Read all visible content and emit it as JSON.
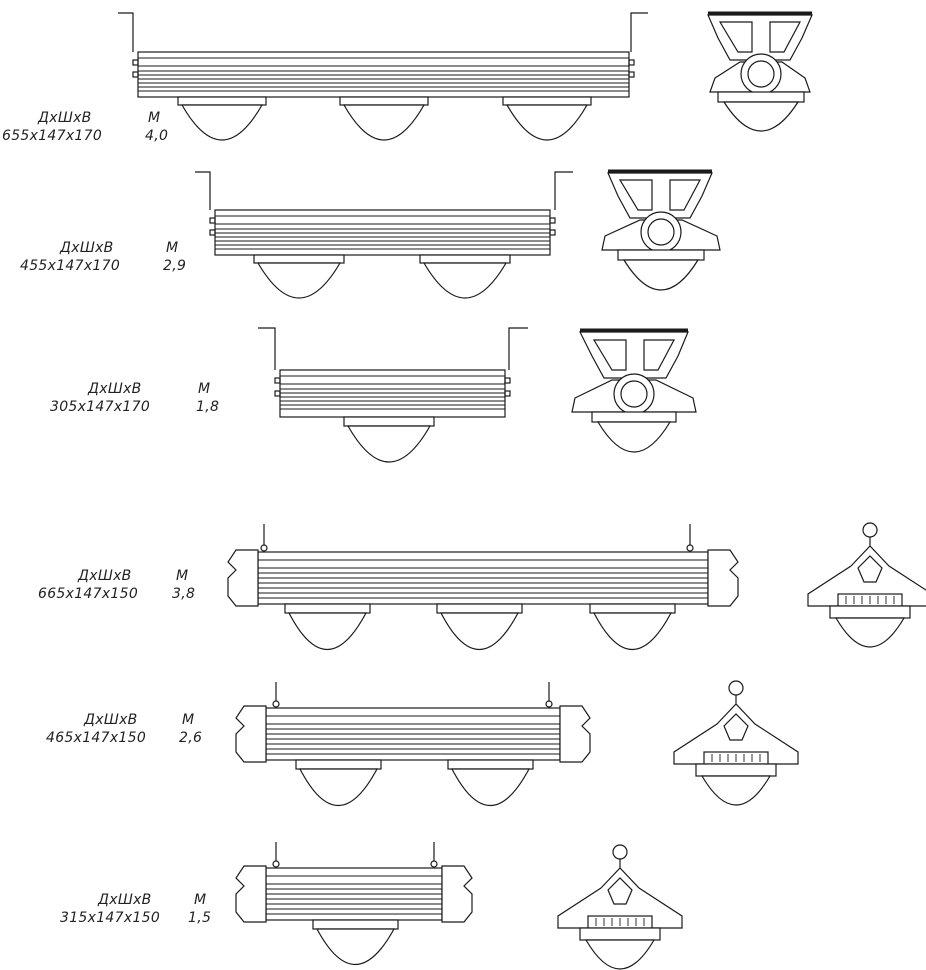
{
  "products": [
    {
      "id": "a1",
      "dims_header": "ДхШхВ",
      "mass_header": "М",
      "dims": "655x147x170",
      "mass": "4,0",
      "style": "bracket",
      "domes": 3
    },
    {
      "id": "a2",
      "dims_header": "ДхШхВ",
      "mass_header": "М",
      "dims": "455x147x170",
      "mass": "2,9",
      "style": "bracket",
      "domes": 2
    },
    {
      "id": "a3",
      "dims_header": "ДхШхВ",
      "mass_header": "М",
      "dims": "305x147x170",
      "mass": "1,8",
      "style": "bracket",
      "domes": 1
    },
    {
      "id": "b1",
      "dims_header": "ДхШхВ",
      "mass_header": "М",
      "dims": "665x147x150",
      "mass": "3,8",
      "style": "suspended",
      "domes": 3
    },
    {
      "id": "b2",
      "dims_header": "ДхШхВ",
      "mass_header": "М",
      "dims": "465x147x150",
      "mass": "2,6",
      "style": "suspended",
      "domes": 2
    },
    {
      "id": "b3",
      "dims_header": "ДхШхВ",
      "mass_header": "М",
      "dims": "315x147x150",
      "mass": "1,5",
      "style": "suspended",
      "domes": 1
    }
  ]
}
